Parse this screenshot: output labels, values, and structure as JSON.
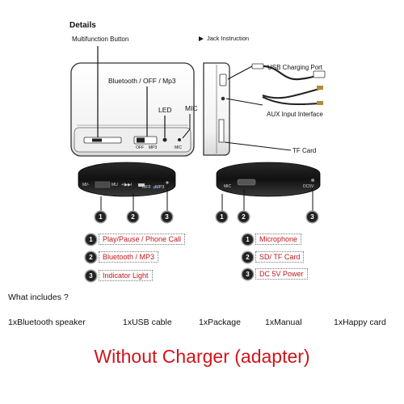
{
  "header": {
    "details": "Details",
    "jack_instruction": "Jack Instruction"
  },
  "front_labels": {
    "multifunction_button": "Multifunction Button",
    "bluetooth_off_mp3": "Bluetooth / OFF / Mp3",
    "led": "LED",
    "mic": "MIC",
    "switch_off": "OFF",
    "switch_mp3": "MP3",
    "mic_small": "MIC"
  },
  "jack_labels": {
    "usb_port": "USB Charging Port",
    "aux": "AUX Input Interface",
    "tf_card": "TF Card"
  },
  "bottom_view_left": {
    "m_minus": "MI/-",
    "mu": "MU",
    "plus": "+/▶▶I",
    "off": "OFF",
    "mp3": "MP3",
    "badges": [
      "1",
      "2",
      "3"
    ]
  },
  "bottom_view_right": {
    "mic": "MIC",
    "dc": "DC5V",
    "badges": [
      "1",
      "2",
      "3"
    ]
  },
  "legend_left": [
    {
      "num": "1",
      "text": "Play/Pause / Phone Call"
    },
    {
      "num": "2",
      "text": "Bluetooth / MP3"
    },
    {
      "num": "3",
      "text": "Indicator Light"
    }
  ],
  "legend_right": [
    {
      "num": "1",
      "text": "Microphone"
    },
    {
      "num": "2",
      "text": "SD/ TF Card"
    },
    {
      "num": "3",
      "text": "DC 5V Power"
    }
  ],
  "includes": {
    "title": "What includes ?",
    "items": [
      "1xBluetooth speaker",
      "1xUSB cable",
      "1xPackage",
      "1xManual",
      "1xHappy card"
    ]
  },
  "note": "Without Charger (adapter)",
  "colors": {
    "accent_red": "#c0171b",
    "dark": "#1a1a1a",
    "outline": "#333333"
  }
}
